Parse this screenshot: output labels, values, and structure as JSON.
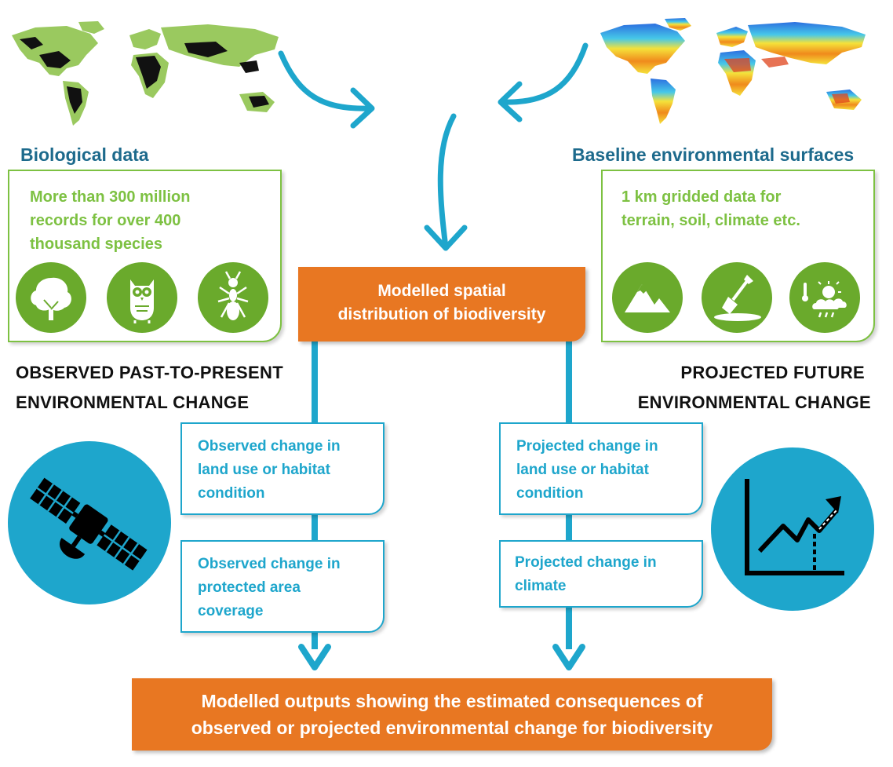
{
  "biological": {
    "heading": "Biological data",
    "description_lines": [
      "More than 300 million",
      "records for over 400",
      "thousand species"
    ],
    "icons": [
      "tree-icon",
      "owl-icon",
      "ant-icon"
    ]
  },
  "environmental": {
    "heading": "Baseline environmental surfaces",
    "description_lines": [
      "1 km gridded data for",
      "terrain, soil, climate etc."
    ],
    "icons": [
      "mountain-icon",
      "shovel-icon",
      "weather-icon"
    ]
  },
  "central_box": {
    "lines": [
      "Modelled spatial",
      "distribution of biodiversity"
    ]
  },
  "observed": {
    "heading_lines": [
      "OBSERVED PAST-TO-PRESENT",
      "ENVIRONMENTAL CHANGE"
    ],
    "box1_lines": [
      "Observed change in",
      "land use or habitat",
      "condition"
    ],
    "box2_lines": [
      "Observed change in",
      "protected area",
      "coverage"
    ],
    "icon": "satellite-icon"
  },
  "projected": {
    "heading_lines": [
      "PROJECTED FUTURE",
      "ENVIRONMENTAL CHANGE"
    ],
    "box1_lines": [
      "Projected change in",
      "land use or habitat",
      "condition"
    ],
    "box2_lines": [
      "Projected change in",
      "climate"
    ],
    "icon": "trend-chart-icon"
  },
  "output_box": {
    "lines": [
      "Modelled outputs showing the estimated consequences of",
      "observed or projected environmental change for biodiversity"
    ]
  },
  "colors": {
    "green": "#7dc142",
    "green_icon": "#6aaa2c",
    "blue": "#1ea6cc",
    "orange": "#e87722",
    "heading_blue": "#1d6a8c"
  }
}
